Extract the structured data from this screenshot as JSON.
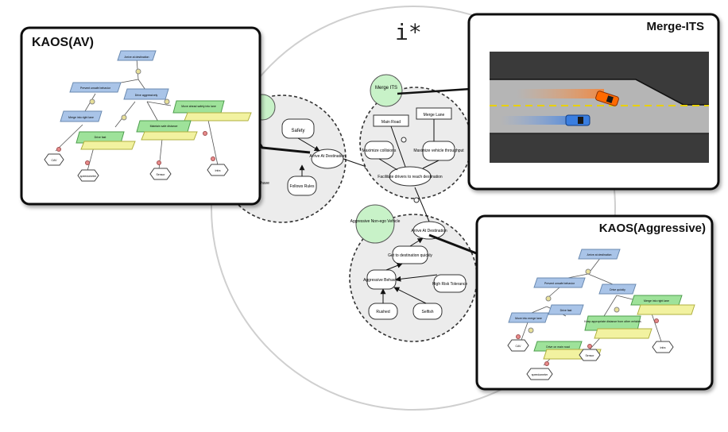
{
  "istar": {
    "title": "i*",
    "merge_actor": "Merge ITS",
    "merge_nodes": {
      "main_road": "Main Road",
      "merge_lane": "Merge Lane",
      "maximize_collisions": "Maximize collisions",
      "maximize_throughput": "Maximize vehicle throughput",
      "facilitate": "Facilitate drivers to reach destination"
    },
    "av_nodes": {
      "safety": "Safety",
      "arrive": "Arrive At Destination",
      "follows_rules": "Follows Rules",
      "behave": "Behave"
    },
    "aggr_actor": "Aggressive Non-ego Vehicle",
    "aggr_nodes": {
      "arrive": "Arrive At Destination",
      "get_dest": "Get to destination quickly",
      "aggr_behavior": "Aggressive Behavior",
      "high_risk": "High Risk Tolerance",
      "rushed": "Rushed",
      "selfish": "Selfish"
    }
  },
  "panels": {
    "kaos_av": {
      "title": "KAOS(AV)",
      "goals": {
        "g1": "Arrive at destination",
        "g2": "Prevent unsafe behavior",
        "g3": "Drive aggressively",
        "g4": "Merge into right lane",
        "g5": "Move ahead safely into lane",
        "g6": "Maintain safe distance",
        "g7": "Drive fast"
      },
      "agents": {
        "a1": "CAV",
        "a2": "speedometer",
        "a3": "Sensor",
        "a4": "Infra"
      }
    },
    "merge_its": {
      "title": "Merge-ITS"
    },
    "kaos_aggr": {
      "title": "KAOS(Aggressive)",
      "goals": {
        "g1": "Arrive at destination",
        "g2": "Prevent unsafe behavior",
        "g3": "Drive quickly",
        "g4": "Drive fast",
        "g5": "Keep appropriate distance from other vehicles",
        "g6": "Move into merge lane",
        "g7": "Drive on main road",
        "g8": "Merge into right lane"
      },
      "agents": {
        "a1": "CAV",
        "a2": "Sensor",
        "a3": "speedometer",
        "a4": "Infra"
      }
    }
  },
  "colors": {
    "goal_blue": "#a9c4e8",
    "req_green": "#9ee29a",
    "exp_yellow": "#f2f2a0",
    "agent_white": "#ffffff",
    "obstacle_red": "#e88a8a",
    "actor_green": "#c8f2c8",
    "boundary_gray": "#ececec",
    "road_gray": "#b5b5b5",
    "lane_yellow": "#e8d000",
    "car_orange": "#ff6a00",
    "car_blue": "#3a7ee0"
  }
}
